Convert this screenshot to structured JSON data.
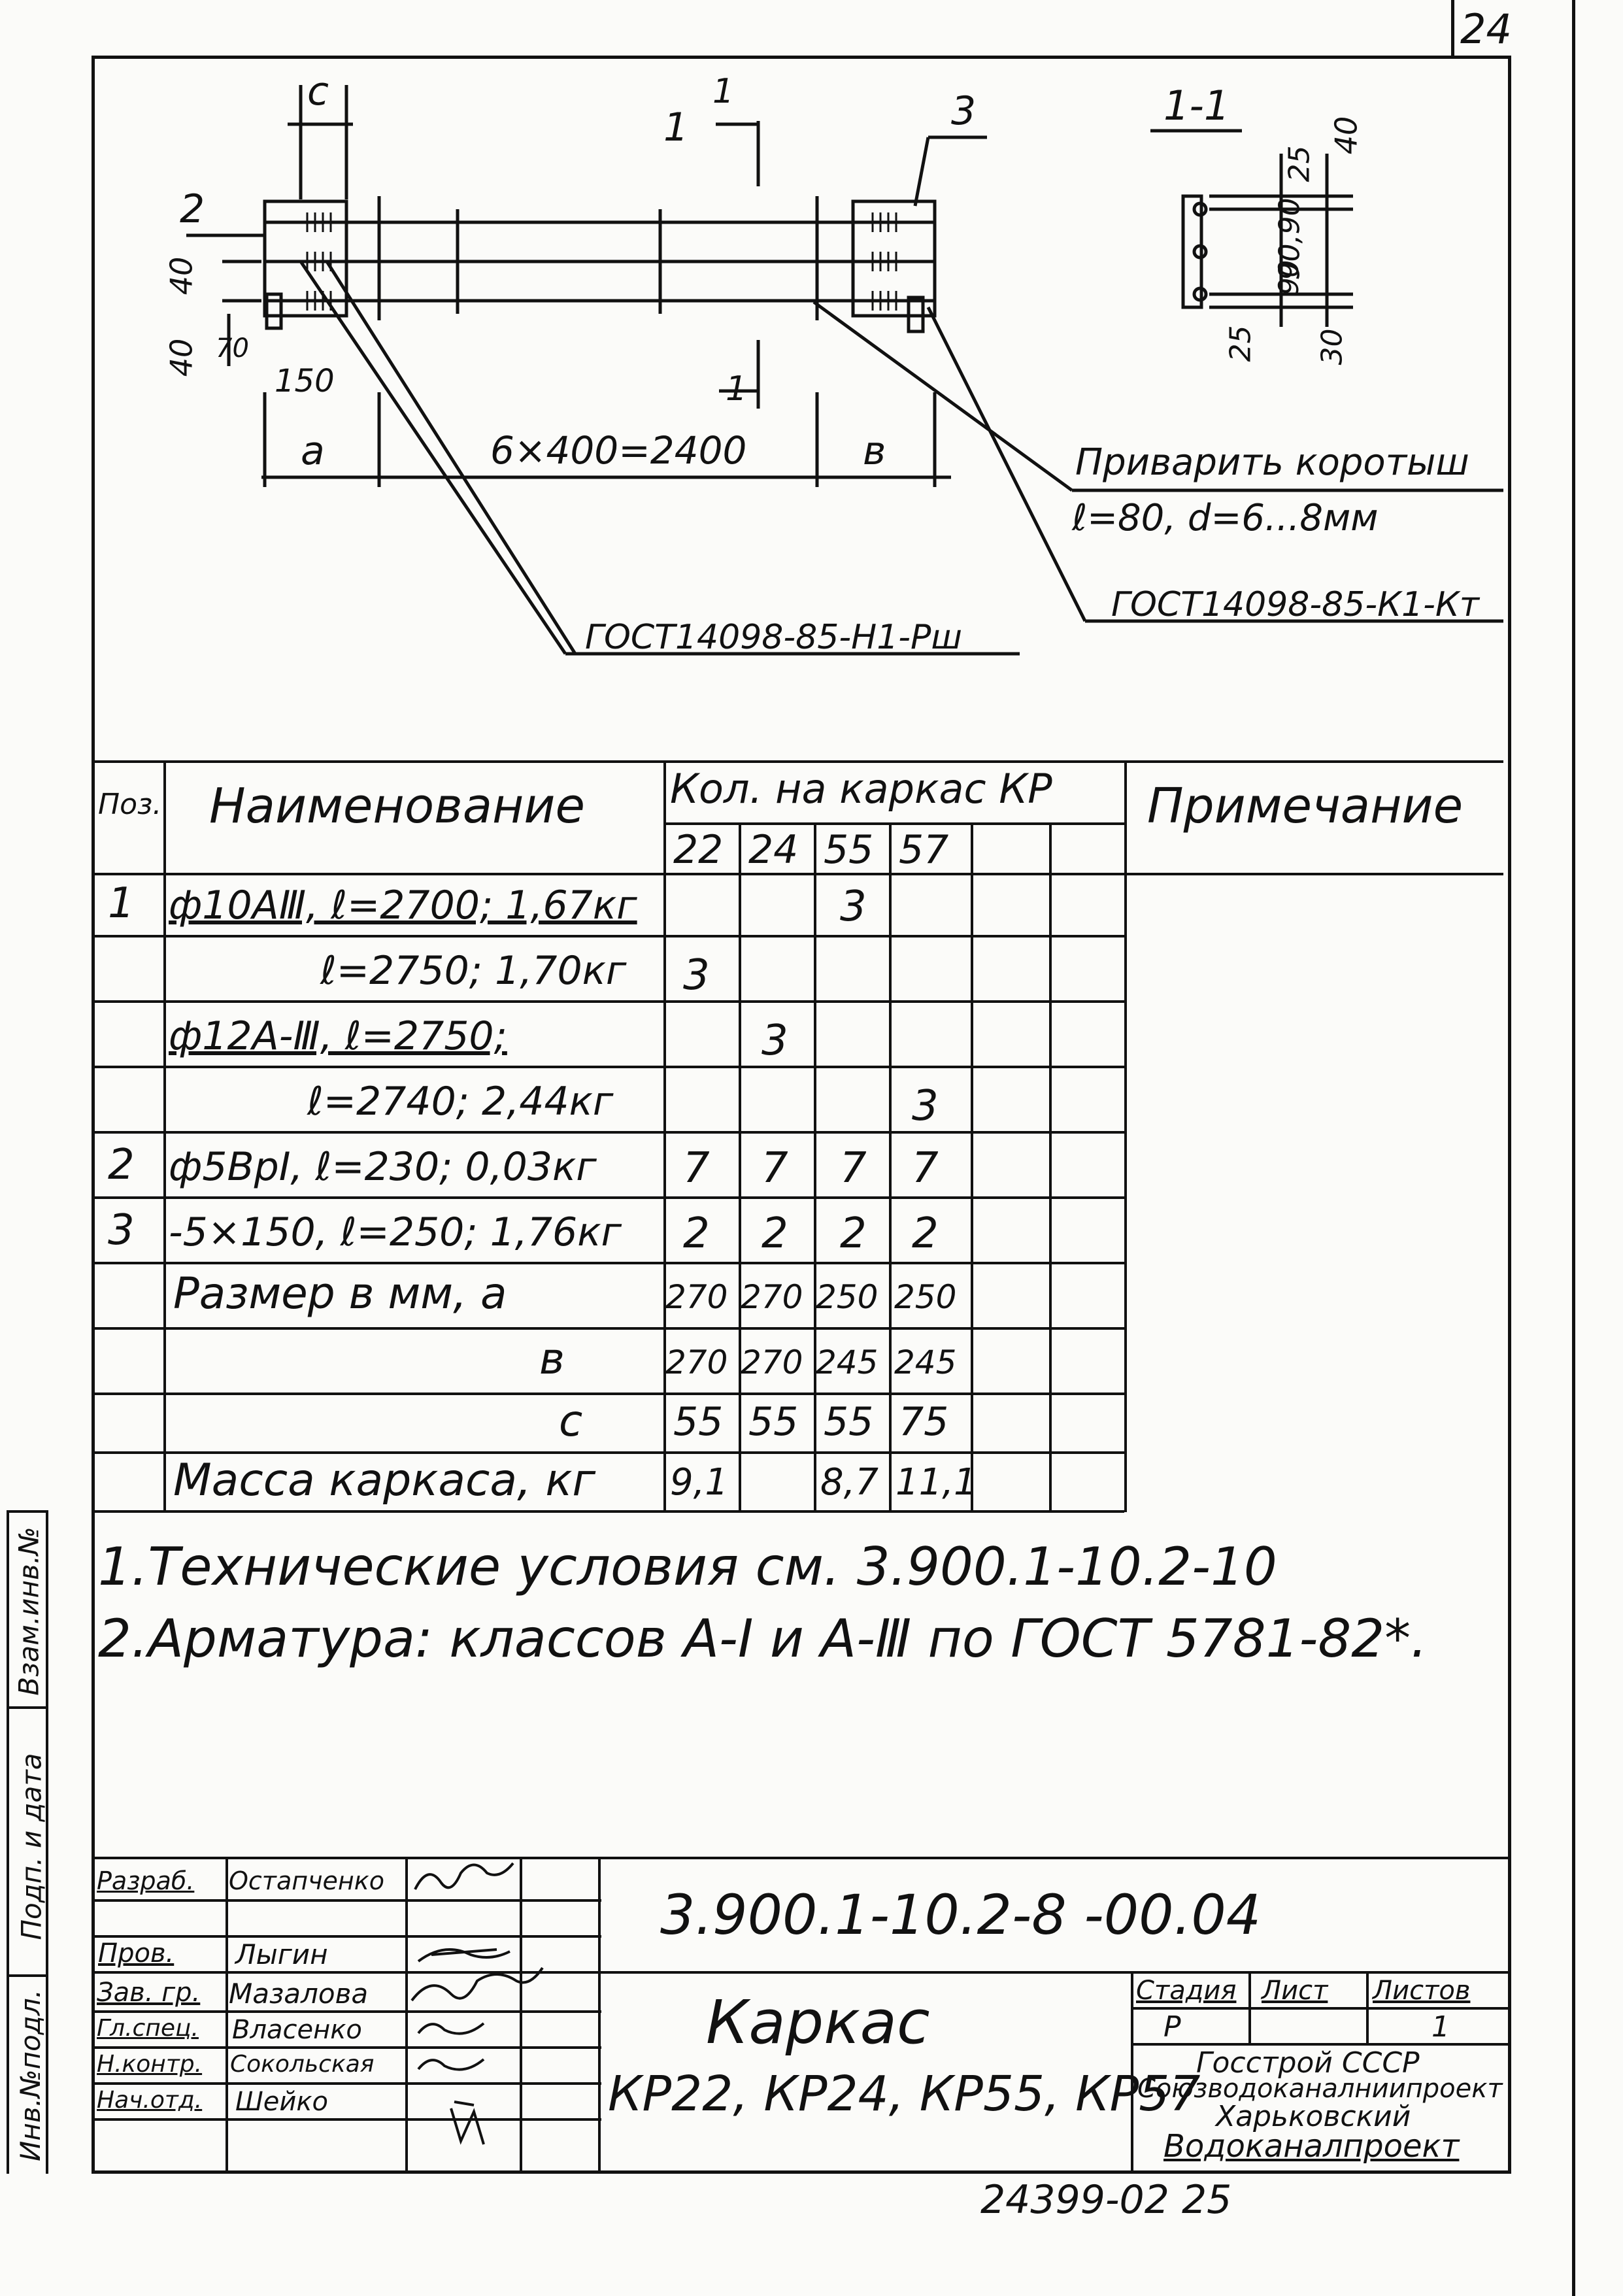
{
  "sheet_number": "24",
  "drawing": {
    "dim_c": "c",
    "dim_a": "a",
    "dim_b": "в",
    "span_label": "6×400=2400",
    "dim_40_left": "40",
    "dim_40_left2": "40",
    "dim_70": "70",
    "dim_150": "150",
    "pos_2": "2",
    "pos_3": "3",
    "section_mark_top": "1",
    "section_mark_top2": "1",
    "section_mark_bottom": "1",
    "section_title": "1-1",
    "sec_dim_40": "40",
    "sec_dim_25_top": "25",
    "sec_dim_90_90": "90,90",
    "sec_dim_90": "90",
    "sec_dim_25_bottom": "25",
    "sec_dim_30": "30",
    "weld_note_line1": "Приварить коротыш",
    "weld_note_line2": "ℓ=80, d=6...8мм",
    "gost_right": "ГОСТ14098-85-К1-Кт",
    "gost_left": "ГОСТ14098-85-Н1-Рш"
  },
  "spec_table": {
    "headers": {
      "pos": "Поз.",
      "name": "Наименование",
      "qty": "Кол. на каркас КР",
      "note": "Примечание",
      "cols": [
        "22",
        "24",
        "55",
        "57"
      ]
    },
    "rows": [
      {
        "pos": "1",
        "name": "ф10АⅢ, ℓ=2700; 1,67кг",
        "v": [
          "",
          "",
          "3",
          ""
        ]
      },
      {
        "pos": "",
        "name": "ℓ=2750; 1,70кг",
        "v": [
          "3",
          "",
          "",
          ""
        ]
      },
      {
        "pos": "",
        "name": "ф12А-Ⅲ, ℓ=2750;",
        "v": [
          "",
          "3",
          "",
          ""
        ]
      },
      {
        "pos": "",
        "name": "ℓ=2740; 2,44кг",
        "v": [
          "",
          "",
          "",
          "3"
        ]
      },
      {
        "pos": "2",
        "name": "ф5ВрⅠ, ℓ=230; 0,03кг",
        "v": [
          "7",
          "7",
          "7",
          "7"
        ]
      },
      {
        "pos": "3",
        "name": "-5×150, ℓ=250; 1,76кг",
        "v": [
          "2",
          "2",
          "2",
          "2"
        ]
      },
      {
        "pos": "",
        "name": "Размер в мм,   а",
        "v": [
          "270",
          "270",
          "250",
          "250"
        ]
      },
      {
        "pos": "",
        "name": "в",
        "v": [
          "270",
          "270",
          "245",
          "245"
        ]
      },
      {
        "pos": "",
        "name": "с",
        "v": [
          "55",
          "55",
          "55",
          "75"
        ]
      },
      {
        "pos": "",
        "name": "Масса каркаса, кг",
        "v": [
          "9,1",
          "",
          "8,7",
          "11,1"
        ]
      }
    ]
  },
  "notes": [
    "1.Технические условия см. 3.900.1-10.2-10",
    "2.Арматура: классов А-Ⅰ и А-Ⅲ по ГОСТ 5781-82*."
  ],
  "title_block": {
    "designation": "3.900.1-10.2-8 -00.04",
    "title_line1": "Каркас",
    "title_line2": "КР22, КР24, КР55, КР57",
    "stage_label": "Стадия",
    "sheet_label": "Лист",
    "sheets_label": "Листов",
    "stage": "Р",
    "sheets": "1",
    "org_line1": "Госстрой СССР",
    "org_line2": "Союзводоканалниипроект",
    "org_line3": "Харьковский",
    "org_line4": "Водоканалпроект",
    "roles": [
      {
        "role": "Разраб.",
        "name": "Остапченко"
      },
      {
        "role": "Пров.",
        "name": "Лыгин"
      },
      {
        "role": "Зав. гр.",
        "name": "Мазалова"
      },
      {
        "role": "Гл.спец.",
        "name": "Власенко"
      },
      {
        "role": "Н.контр.",
        "name": "Сокольская"
      },
      {
        "role": "Нач.отд.",
        "name": "Шейко"
      }
    ]
  },
  "side_stamp": {
    "inv_no": "Инв.№подл.",
    "sign_date": "Подп. и дата",
    "vzam": "Взам.инв.№"
  },
  "footer_number": "24399-02   25"
}
